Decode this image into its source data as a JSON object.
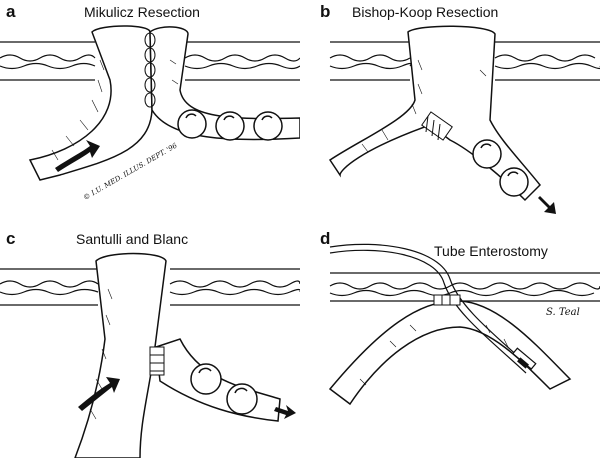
{
  "panels": {
    "a": {
      "letter": "a",
      "title": "Mikulicz Resection",
      "credit": "© I.U. MED. ILLUS. DEPT. '96"
    },
    "b": {
      "letter": "b",
      "title": "Bishop-Koop Resection"
    },
    "c": {
      "letter": "c",
      "title": "Santulli and Blanc"
    },
    "d": {
      "letter": "d",
      "title": "Tube Enterostomy",
      "signature": "S. Teal"
    }
  },
  "icons": [
    "abdominal-wall-icon",
    "bowel-loop-icon",
    "stoma-icon",
    "meconium-pellet-icon",
    "flow-arrow-icon",
    "catheter-tube-icon",
    "suture-line-icon"
  ],
  "colors": {
    "ink": "#111111",
    "paper": "#ffffff"
  }
}
